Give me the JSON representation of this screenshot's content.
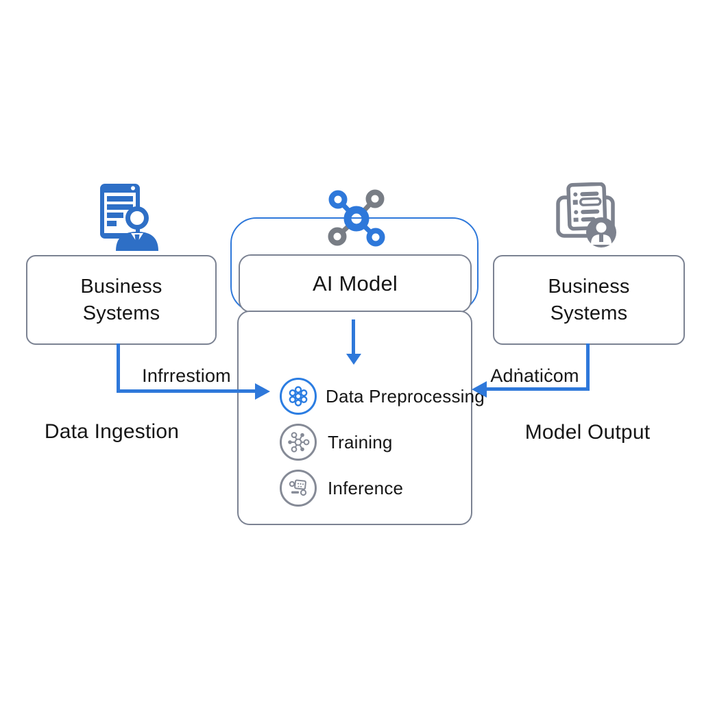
{
  "diagram": {
    "left_system": {
      "label": "Business Systems",
      "icon": "browser-user-icon",
      "caption": "Data Ingestion"
    },
    "right_system": {
      "label": "Business Systems",
      "icon": "report-user-icon",
      "caption": "Model Output"
    },
    "ai_model": {
      "title": "AI Model",
      "icon": "network-nodes-icon",
      "steps": [
        {
          "label": "Data Preprocessing",
          "icon": "cluster-nodes-icon"
        },
        {
          "label": "Training",
          "icon": "hub-spokes-icon"
        },
        {
          "label": "Inference",
          "icon": "inference-report-icon"
        }
      ]
    },
    "flows": {
      "ingestion_arrow_label": "Infrrestiom",
      "output_arrow_label": "Adṅatiċom"
    },
    "colors": {
      "arrow_blue": "#2e78da",
      "icon_blue": "#2e6fc6",
      "border_gray": "#7b8292",
      "icon_gray": "#7d828e",
      "text": "#161616"
    }
  }
}
